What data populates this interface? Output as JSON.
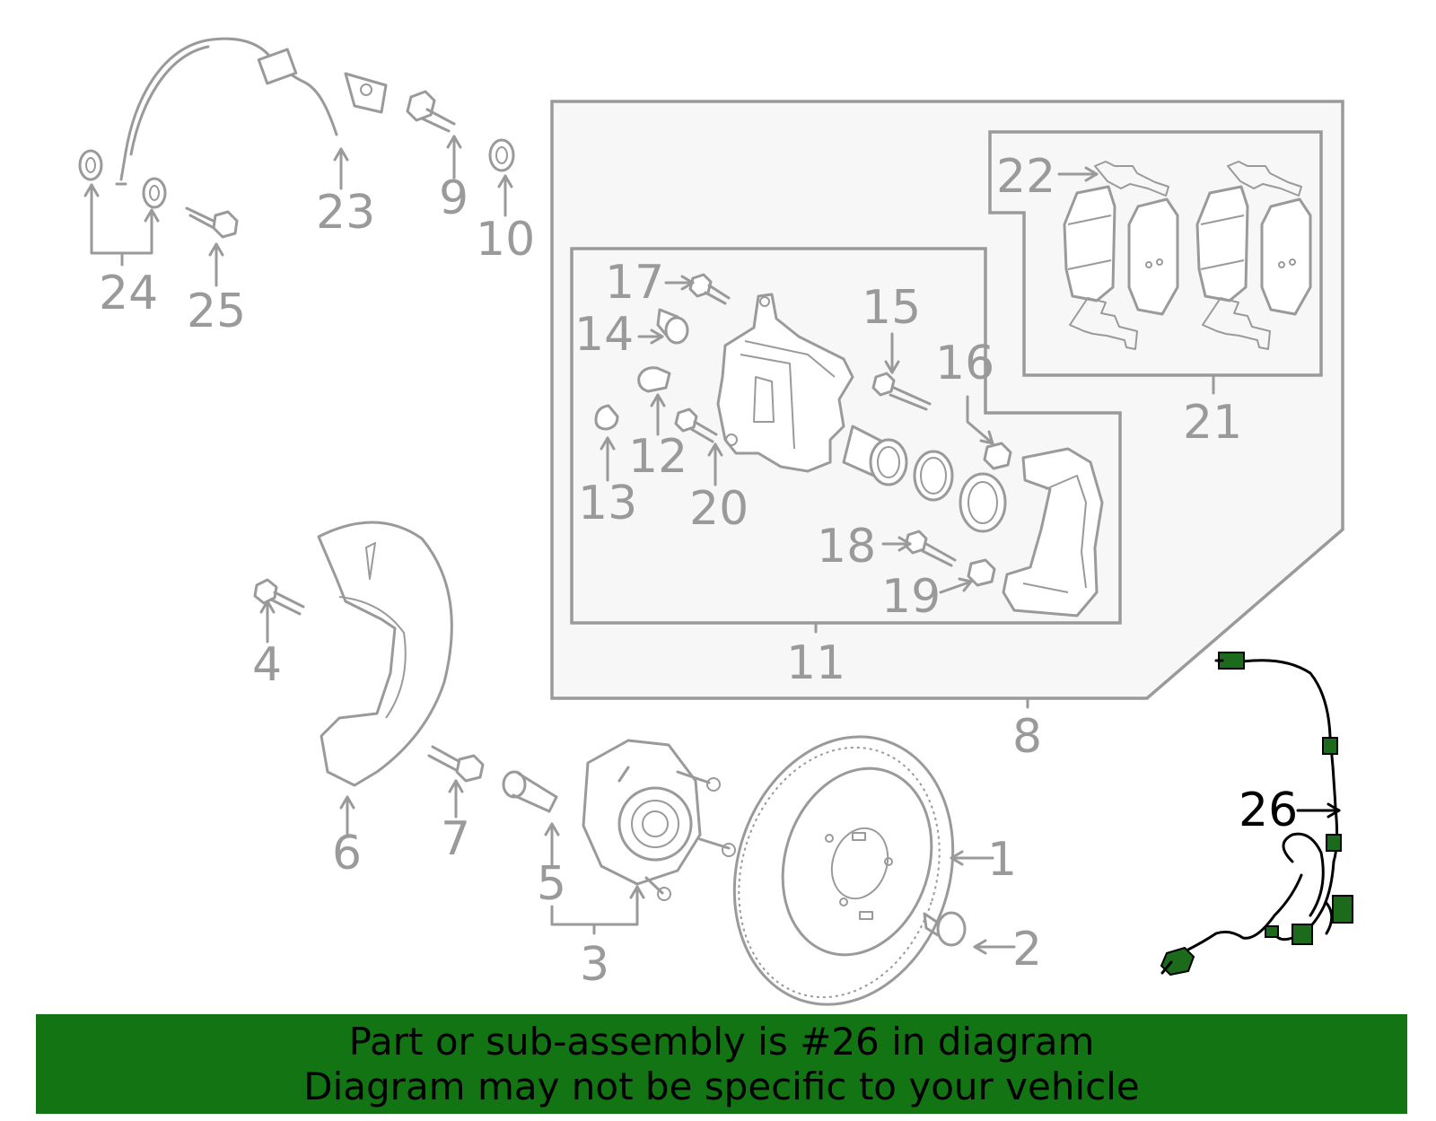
{
  "callouts": {
    "c1": "1",
    "c2": "2",
    "c3": "3",
    "c4": "4",
    "c5": "5",
    "c6": "6",
    "c7": "7",
    "c8": "8",
    "c9": "9",
    "c10": "10",
    "c11": "11",
    "c12": "12",
    "c13": "13",
    "c14": "14",
    "c15": "15",
    "c16": "16",
    "c17": "17",
    "c18": "18",
    "c19": "19",
    "c20": "20",
    "c21": "21",
    "c22": "22",
    "c23": "23",
    "c24": "24",
    "c25": "25",
    "c26": "26"
  },
  "highlight": {
    "part_number": "26",
    "color": "#137413"
  },
  "banner": {
    "line1": "Part or sub-assembly is #26 in diagram",
    "line2": "Diagram may not be specific to your vehicle"
  }
}
